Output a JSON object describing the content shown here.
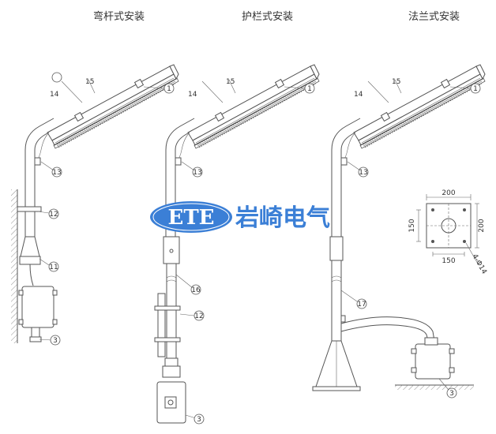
{
  "titles": {
    "curved": "弯杆式安装",
    "guardrail": "护栏式安装",
    "flange": "法兰式安装"
  },
  "callouts": {
    "c1": "1",
    "c3": "3",
    "c11": "11",
    "c12": "12",
    "c13": "13",
    "c14": "14",
    "c15": "15",
    "c16": "16",
    "c17": "17"
  },
  "dimensions": {
    "top_width": "200",
    "side_left": "150",
    "side_right": "200",
    "bottom_width": "150",
    "holes": "4-Φ14"
  },
  "brand": {
    "latin": "ETE",
    "chinese": "岩崎电气",
    "primary_color": "#3b7fd6"
  }
}
